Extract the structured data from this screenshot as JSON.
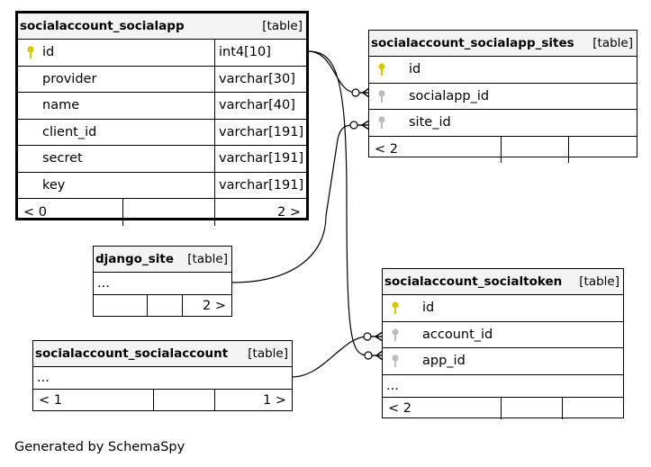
{
  "table_tag": "[table]",
  "tables": {
    "socialapp": {
      "name": "socialaccount_socialapp",
      "columns": [
        {
          "name": "id",
          "type": "int4[10]"
        },
        {
          "name": "provider",
          "type": "varchar[30]"
        },
        {
          "name": "name",
          "type": "varchar[40]"
        },
        {
          "name": "client_id",
          "type": "varchar[191]"
        },
        {
          "name": "secret",
          "type": "varchar[191]"
        },
        {
          "name": "key",
          "type": "varchar[191]"
        }
      ],
      "footer_left": "< 0",
      "footer_right": "2 >"
    },
    "socialapp_sites": {
      "name": "socialaccount_socialapp_sites",
      "columns": [
        {
          "name": "id"
        },
        {
          "name": "socialapp_id"
        },
        {
          "name": "site_id"
        }
      ],
      "footer_left": "< 2"
    },
    "django_site": {
      "name": "django_site",
      "ellipsis": "...",
      "footer_right": "2 >"
    },
    "socialaccount": {
      "name": "socialaccount_socialaccount",
      "ellipsis": "...",
      "footer_left": "< 1",
      "footer_right": "1 >"
    },
    "socialtoken": {
      "name": "socialaccount_socialtoken",
      "columns": [
        {
          "name": "id"
        },
        {
          "name": "account_id"
        },
        {
          "name": "app_id"
        }
      ],
      "ellipsis": "...",
      "footer_left": "< 2"
    }
  },
  "colors": {
    "primary_key": "#d9c800",
    "foreign_key": "#bdbdbd",
    "header_bg": "#f4f4f4"
  },
  "footer_text": "Generated by SchemaSpy"
}
